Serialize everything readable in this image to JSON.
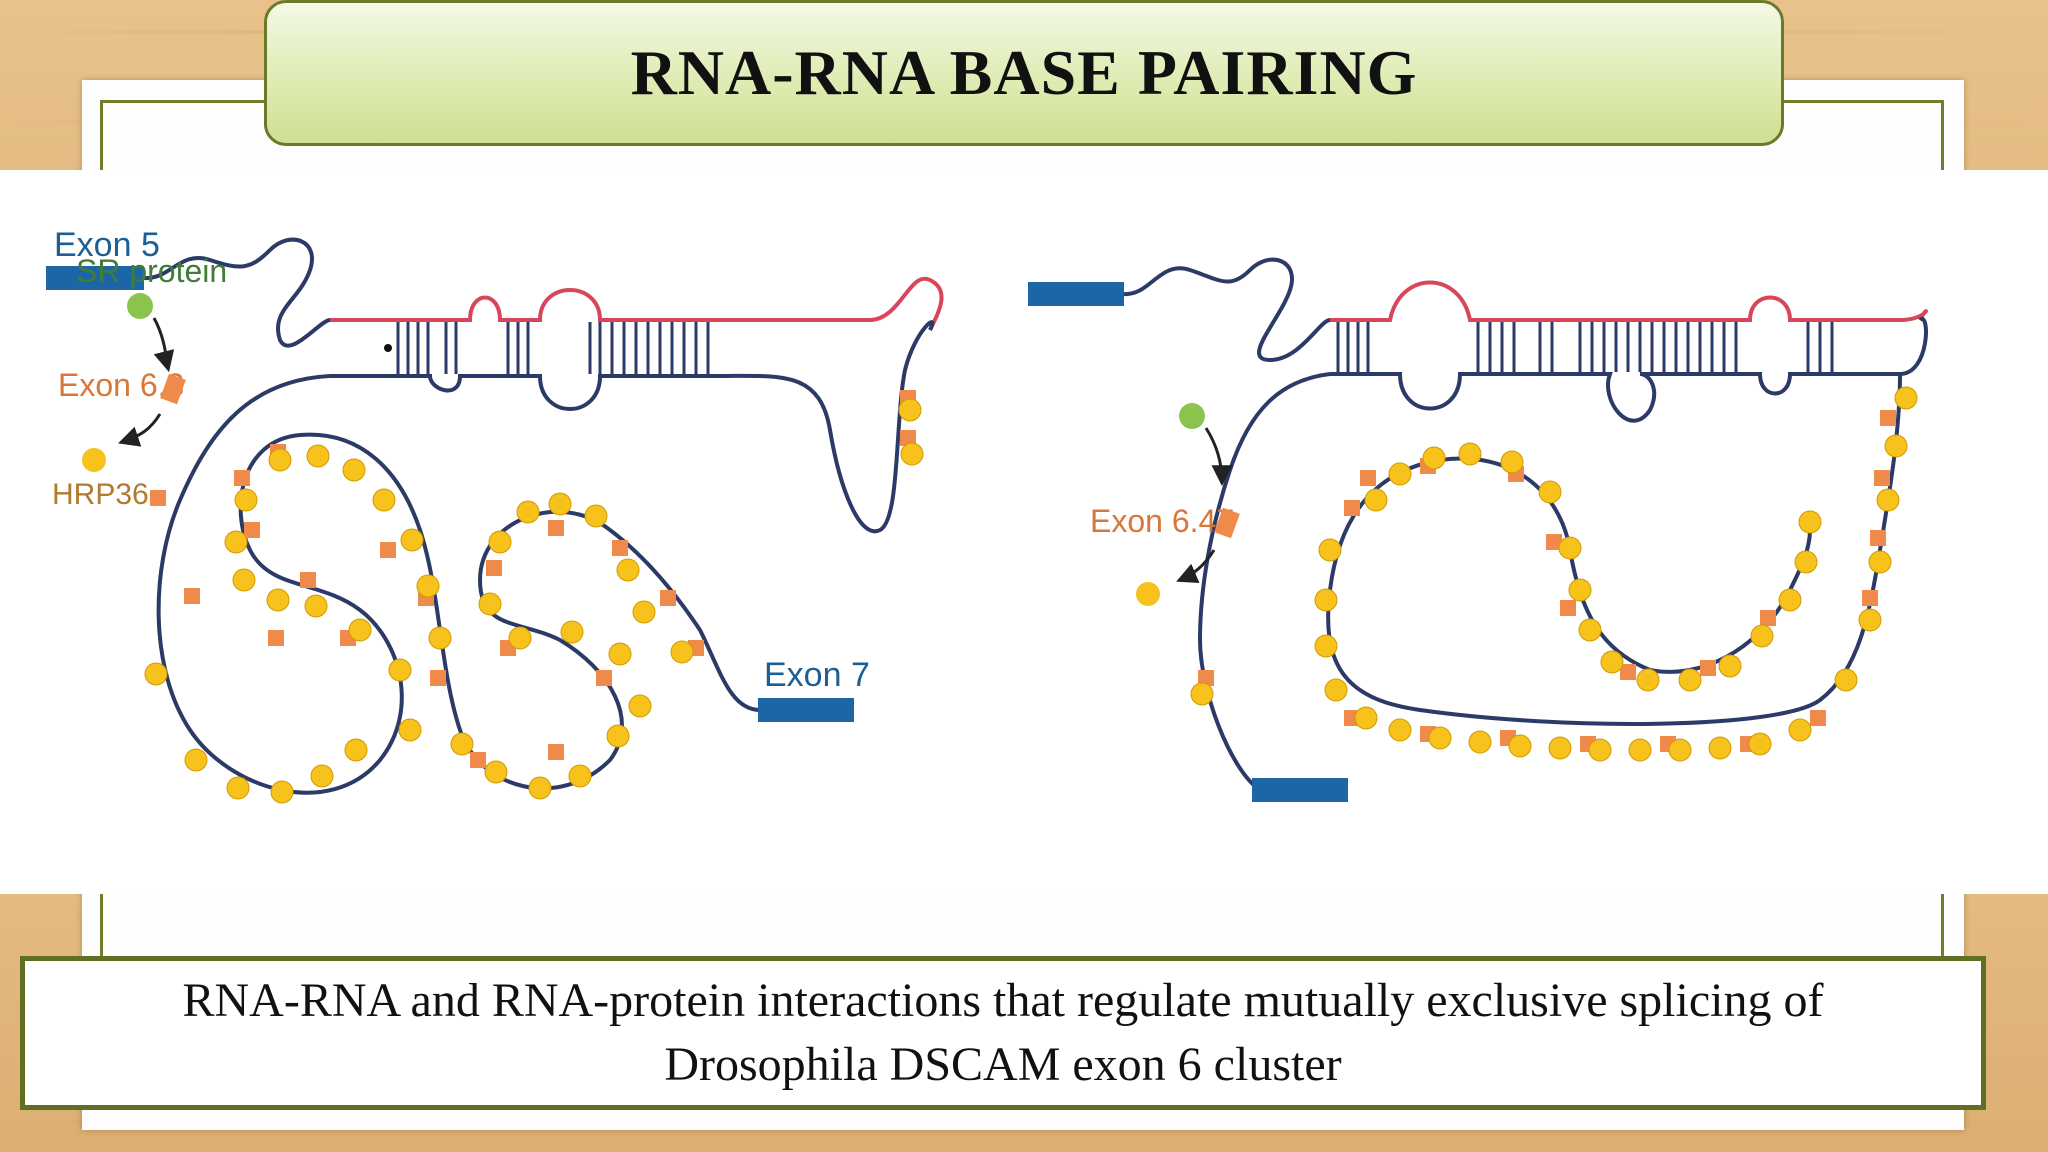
{
  "title": "RNA-RNA BASE PAIRING",
  "caption": {
    "line1": "RNA-RNA and RNA-protein interactions that regulate mutually exclusive splicing of",
    "line2": "Drosophila DSCAM exon 6 cluster"
  },
  "diagram": {
    "left": {
      "exon5_label": "Exon 5",
      "sr_protein_label": "SR protein",
      "exon63_label": "Exon 6.3",
      "hrp36_label": "HRP36",
      "exon7_label": "Exon 7"
    },
    "right": {
      "exon647_label": "Exon 6.47"
    }
  },
  "colors": {
    "exon_blue": "#1c66a8",
    "rna_line": "#2b3a67",
    "pair_red": "#d8465a",
    "hrp36_orange": "#f08a4b",
    "hrp36_yellow": "#f6c21b",
    "sr_green": "#8ac44f"
  }
}
